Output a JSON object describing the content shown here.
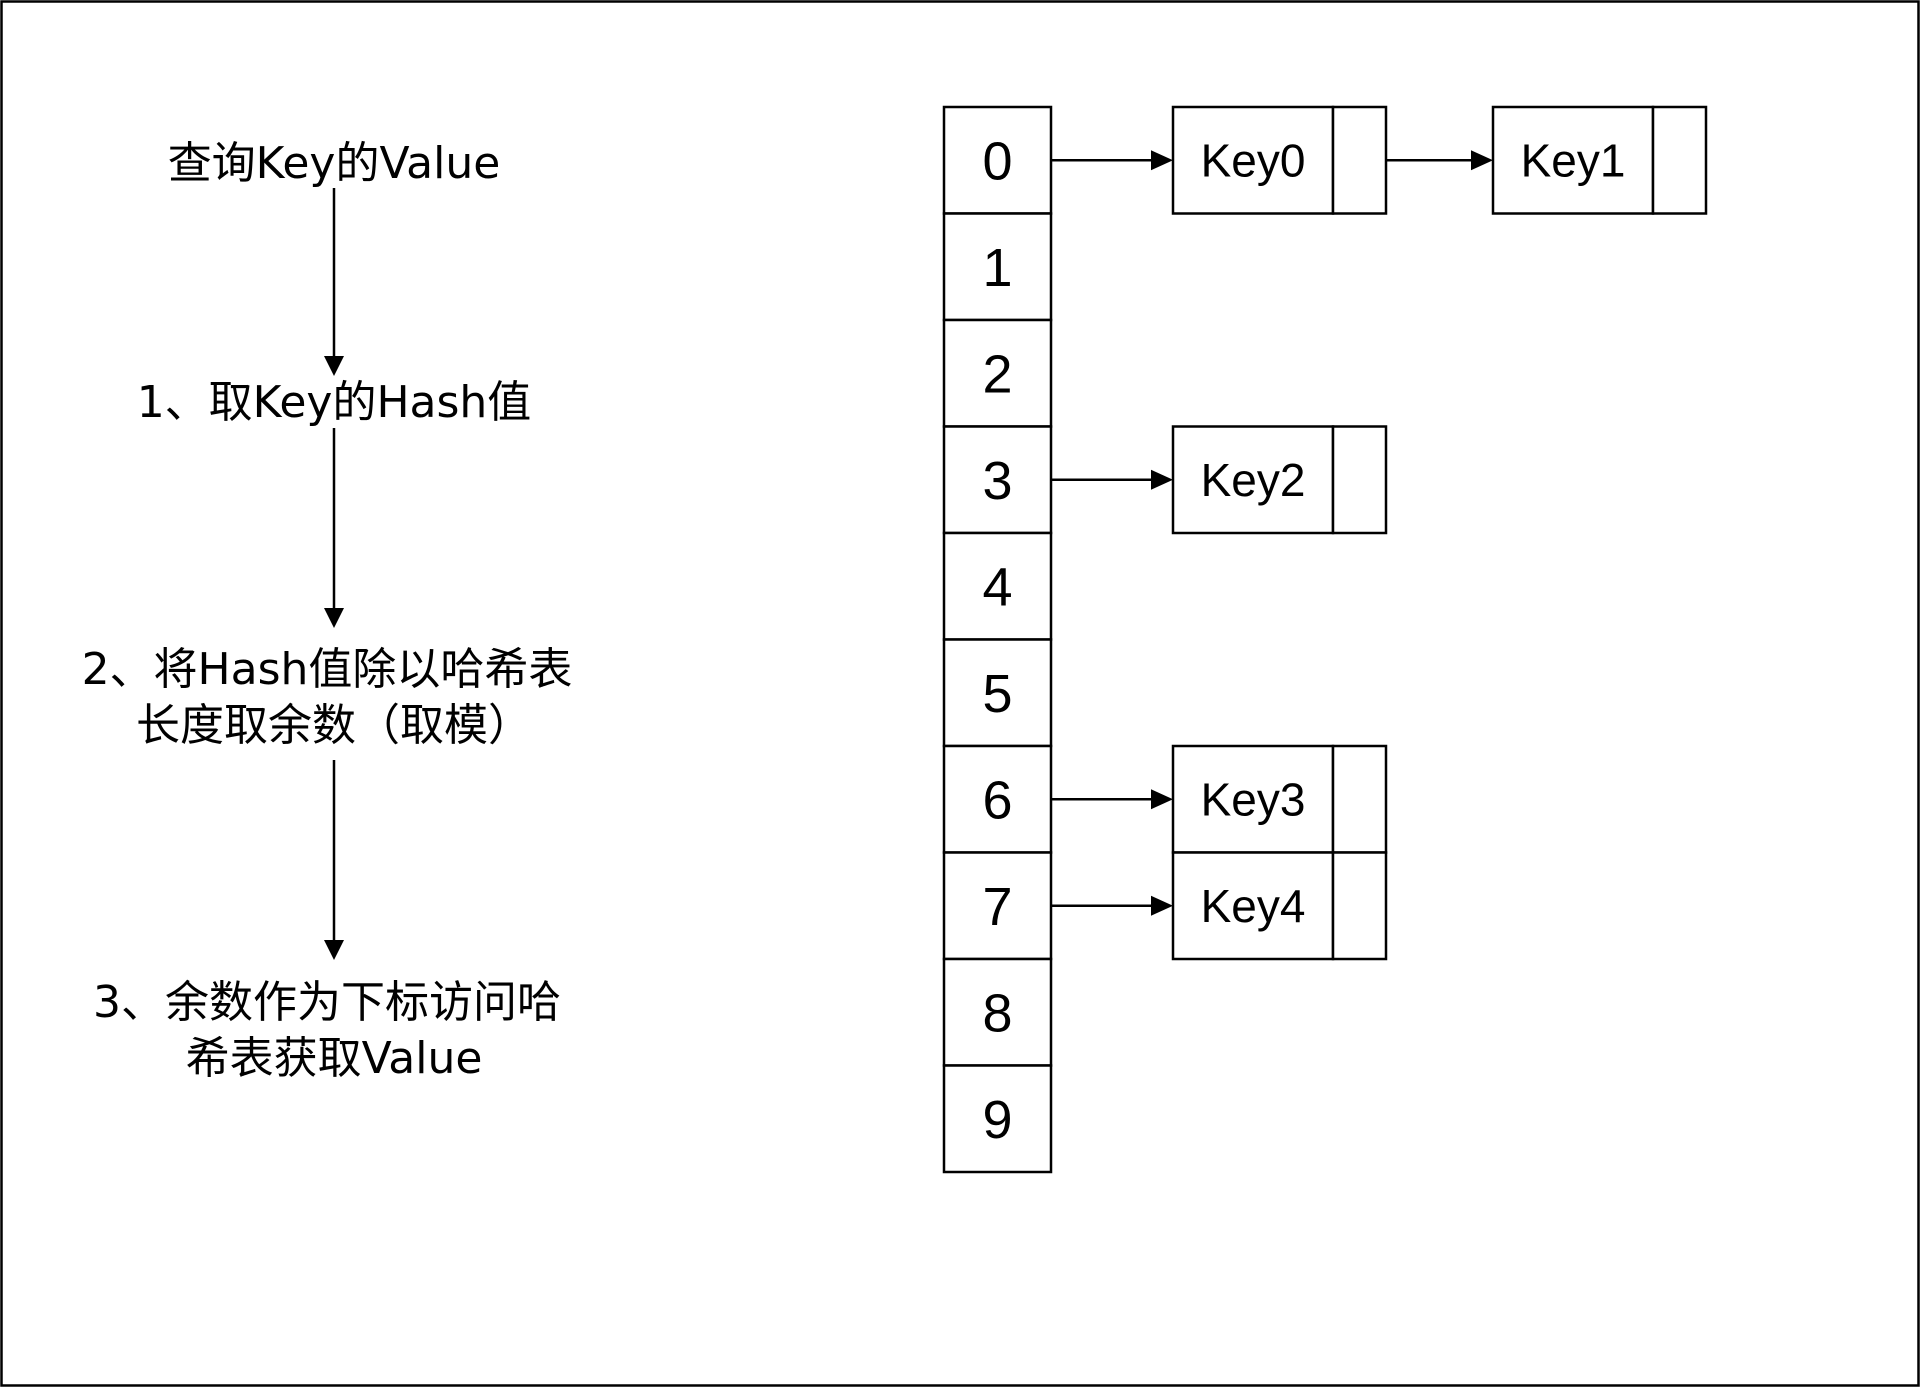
{
  "flow": {
    "steps": [
      {
        "lines": [
          "查询Key的Value"
        ]
      },
      {
        "lines": [
          "1、取Key的Hash值"
        ]
      },
      {
        "lines": [
          "2、将Hash值除以哈希表",
          "长度取余数（取模）"
        ]
      },
      {
        "lines": [
          "3、余数作为下标访问哈",
          "希表获取Value"
        ]
      }
    ]
  },
  "hash_table": {
    "buckets": [
      "0",
      "1",
      "2",
      "3",
      "4",
      "5",
      "6",
      "7",
      "8",
      "9"
    ],
    "nodes": [
      {
        "label": "Key0",
        "bucket": 0,
        "chain_index": 0
      },
      {
        "label": "Key1",
        "bucket": 0,
        "chain_index": 1
      },
      {
        "label": "Key2",
        "bucket": 3,
        "chain_index": 0
      },
      {
        "label": "Key3",
        "bucket": 6,
        "chain_index": 0
      },
      {
        "label": "Key4",
        "bucket": 7,
        "chain_index": 0
      }
    ]
  }
}
